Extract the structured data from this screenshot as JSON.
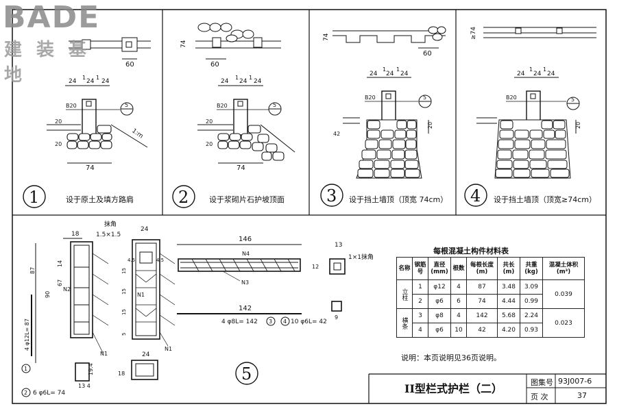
{
  "watermark": {
    "brand": "BADE",
    "sub": "建 装 基 地"
  },
  "panels": [
    {
      "num": "1",
      "caption": "设于原土及填方路肩"
    },
    {
      "num": "2",
      "caption": "设于浆砌片石护坡顶面"
    },
    {
      "num": "3",
      "caption": "设于挡土墙顶（顶宽 74cm）"
    },
    {
      "num": "4",
      "caption": "设于挡土墙顶（顶宽≥74cm）"
    }
  ],
  "dims": {
    "d24": "24",
    "d1": "1",
    "d60": "60",
    "d74": "74",
    "d20": "20",
    "d42": "42",
    "b20": "B20",
    "ref5": "5",
    "ge74": "≥74",
    "ratio": "1:m"
  },
  "detail": {
    "num": "5",
    "chamfer_label": "抹角",
    "chamfer_dim": "1.5×1.5",
    "d18": "18",
    "d24": "24",
    "d14": "14",
    "d15": "15",
    "d5": "5",
    "d45a": "4.5",
    "d45b": "4.5",
    "d87": "87",
    "d90": "90",
    "d67": "67",
    "d146": "146",
    "d142": "142",
    "d13": "13",
    "d12": "12",
    "d9": "9",
    "d194": "19.4",
    "d134": "13 4",
    "chamfer2": "1×1抹角",
    "n1": "N1",
    "n2": "N2",
    "n3": "N3",
    "n4": "N4",
    "bar1": "4 φ12L= 87",
    "bar2": "6 φ6L= 74",
    "bar3": "4 φ8L= 142",
    "bar4": "10 φ6L= 42",
    "m1": "1",
    "m2": "2",
    "m3": "3",
    "m4": "4"
  },
  "material_table": {
    "title": "每根混凝土构件材料表",
    "headers": [
      "名称",
      "钢筋号",
      "直径(mm)",
      "根数",
      "每根长度(m)",
      "共长(m)",
      "共重(kg)",
      "混凝土体积(m³)"
    ],
    "groups": [
      {
        "name": "立柱",
        "volume": "0.039",
        "rows": [
          [
            "1",
            "φ12",
            "4",
            "87",
            "3.48",
            "3.09"
          ],
          [
            "2",
            "φ6",
            "6",
            "74",
            "4.44",
            "0.99"
          ]
        ]
      },
      {
        "name": "横条",
        "volume": "0.023",
        "rows": [
          [
            "3",
            "φ8",
            "4",
            "142",
            "5.68",
            "2.24"
          ],
          [
            "4",
            "φ6",
            "10",
            "42",
            "4.20",
            "0.93"
          ]
        ]
      }
    ],
    "note": "说明：本页说明见36页说明。"
  },
  "title_block": {
    "title": "II型栏式护栏（二）",
    "atlas_label": "图集号",
    "atlas_no": "93J007-6",
    "page_label": "页  次",
    "page_no": "37"
  }
}
